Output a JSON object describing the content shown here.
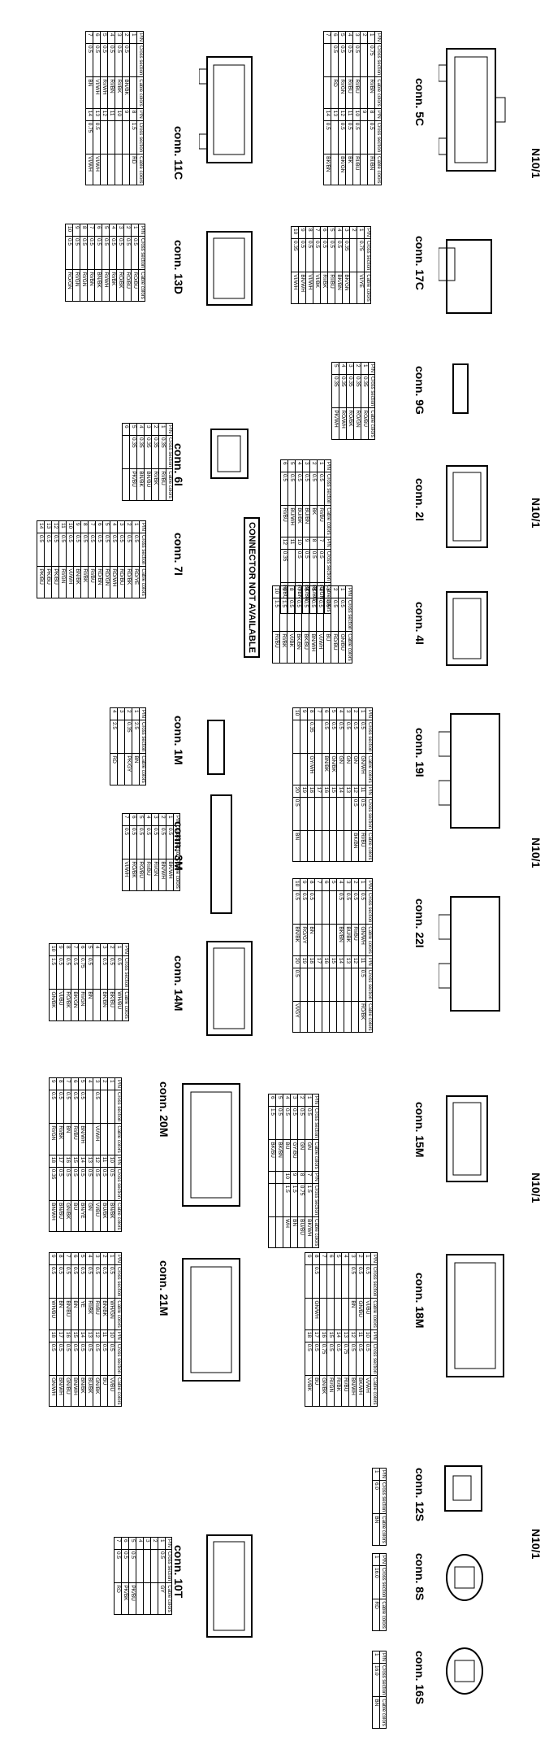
{
  "header_label": "N10/1",
  "columns": {
    "pin": "PIN",
    "cross": "Cross section",
    "cable": "Cable colors"
  },
  "connector_not_available": "CONNECTOR NOT AVAILABLE",
  "blocks": [
    {
      "id": "5C",
      "title": "conn. 5C",
      "rows": [
        [
          "1",
          "0.75",
          "RI/BN"
        ],
        [
          "2",
          "",
          ""
        ],
        [
          "3",
          "0.5",
          "RI/BU"
        ],
        [
          "4",
          "0.5",
          "RI/BU"
        ],
        [
          "5",
          "0.5",
          "RI/GN"
        ],
        [
          "6",
          "0.5",
          "RD"
        ],
        [
          "7",
          "",
          ""
        ],
        [
          "8",
          "0.5",
          "RI/BN"
        ],
        [
          "9",
          "",
          ""
        ],
        [
          "10",
          "0.5",
          "RI/BU"
        ],
        [
          "11",
          "0.5",
          "BK"
        ],
        [
          "12",
          "0.5",
          "BK/GN"
        ],
        [
          "13",
          "",
          ""
        ],
        [
          "14",
          "0.5",
          "BK/BN"
        ]
      ]
    },
    {
      "id": "11C",
      "title": "conn. 11C",
      "rows": [
        [
          "1",
          "",
          ""
        ],
        [
          "2",
          "0.5",
          "BN/BK"
        ],
        [
          "3",
          "0.5",
          "RI/BK"
        ],
        [
          "4",
          "0.5",
          "RI/BN"
        ],
        [
          "5",
          "0.5",
          "RI/WH"
        ],
        [
          "6",
          "0.5",
          "VI/WH"
        ],
        [
          "7",
          "0.5",
          "BN"
        ],
        [
          "8",
          "1.5",
          "RD"
        ],
        [
          "9",
          "",
          ""
        ],
        [
          "10",
          "",
          ""
        ],
        [
          "11",
          "",
          ""
        ],
        [
          "12",
          "",
          ""
        ],
        [
          "13",
          "0.5",
          "VI/WH"
        ],
        [
          "14",
          "0.75",
          "VI/WH"
        ]
      ]
    },
    {
      "id": "17C",
      "title": "conn. 17C",
      "rows": [
        [
          "1",
          "0.75",
          "VI/YE"
        ],
        [
          "2",
          "",
          ""
        ],
        [
          "3",
          "0.35",
          "BK/GN"
        ],
        [
          "4",
          "0.5",
          "BK/BN"
        ],
        [
          "5",
          "0.5",
          "RI/BU"
        ],
        [
          "6",
          "0.5",
          "RI/BK"
        ],
        [
          "7",
          "0.5",
          "VI/BK"
        ],
        [
          "8",
          "0.5",
          "VI/WH"
        ],
        [
          "9",
          "0.5",
          "BN/WH"
        ],
        [
          "10",
          "0.35",
          "VI/WH"
        ]
      ]
    },
    {
      "id": "13D",
      "title": "conn. 13D",
      "rows": [
        [
          "1",
          "0.5",
          "RO/BU"
        ],
        [
          "2",
          "0.5",
          "RO/BU"
        ],
        [
          "3",
          "0.5",
          "RO/BK"
        ],
        [
          "4",
          "0.5",
          "RI/BK"
        ],
        [
          "5",
          "0.5",
          "RI/WH"
        ],
        [
          "6",
          "0.5",
          "BN/BK"
        ],
        [
          "7",
          "0.5",
          "RI/BN"
        ],
        [
          "8",
          "0.5",
          "RI/GN"
        ],
        [
          "9",
          "0.5",
          "RI/GN"
        ],
        [
          "10",
          "0.5",
          "RO/GN"
        ]
      ]
    },
    {
      "id": "9G",
      "title": "conn. 9G",
      "rows": [
        [
          "1",
          "0.35",
          "RO/BU"
        ],
        [
          "2",
          "0.35",
          "RO/GN"
        ],
        [
          "3",
          "0.35",
          "RO/BK"
        ],
        [
          "4",
          "0.35",
          "RO/WH"
        ],
        [
          "5",
          "0.35",
          "PK/WH"
        ]
      ]
    },
    {
      "id": "6I",
      "title": "conn. 6I",
      "rows": [
        [
          "1",
          "0.35",
          "RI/BU"
        ],
        [
          "2",
          "0.35",
          "RI/BK"
        ],
        [
          "3",
          "0.35",
          "BN/BU"
        ],
        [
          "4",
          "0.35",
          "BN/BK"
        ],
        [
          "5",
          "0.35",
          "PK/BU"
        ],
        [
          "6",
          "",
          ""
        ]
      ]
    },
    {
      "id": "2I",
      "title": "conn. 2I",
      "rows": [
        [
          "1",
          "0.5",
          "RI/BU"
        ],
        [
          "2",
          "0.5",
          "BK"
        ],
        [
          "3",
          "0.5",
          "BU/BN"
        ],
        [
          "4",
          "0.5",
          "BU/BK"
        ],
        [
          "5",
          "0.5",
          "BU/WH"
        ],
        [
          "6",
          "0.5",
          "RI/BU"
        ],
        [
          "7",
          "0.5",
          "RI/GN"
        ],
        [
          "8",
          "0.5",
          "BK/BU"
        ],
        [
          "9",
          "0.5",
          "BK/BN"
        ],
        [
          "10",
          "0.5",
          "RI/BN"
        ],
        [
          "11",
          "",
          ""
        ],
        [
          "12",
          "0.35",
          "RI/BU"
        ]
      ]
    },
    {
      "id": "7I",
      "title": "conn. 7I",
      "rows": [
        [
          "1",
          "0.5",
          "RD/YE"
        ],
        [
          "2",
          "0.5",
          "RD/BK"
        ],
        [
          "3",
          "0.5",
          "RD/BU"
        ],
        [
          "4",
          "0.5",
          "RD/WH"
        ],
        [
          "5",
          "0.5",
          "RD/GN"
        ],
        [
          "6",
          "0.5",
          "RD/BN"
        ],
        [
          "7",
          "0.5",
          "RI/BU"
        ],
        [
          "8",
          "0.5",
          "RI/BK"
        ],
        [
          "9",
          "0.5",
          "BN/BK"
        ],
        [
          "10",
          "0.5",
          "VI/WH"
        ],
        [
          "11",
          "0.5",
          "RI/GN"
        ],
        [
          "12",
          "0.5",
          "PK/BU"
        ],
        [
          "13",
          "0.5",
          "PK/BU"
        ],
        [
          "14",
          "0.5",
          "PK/BU"
        ]
      ]
    },
    {
      "id": "4I",
      "title": "conn. 4I",
      "rows": [
        [
          "1",
          "0.5",
          "GN/BU"
        ],
        [
          "2",
          "0.5",
          "RD/BU"
        ],
        [
          "3",
          "0.5",
          "BU"
        ],
        [
          "4",
          "0.5",
          "VI/WH"
        ],
        [
          "5",
          "0.5",
          "BN/WH"
        ],
        [
          "6",
          "0.5",
          "BK/BU"
        ],
        [
          "7",
          "0.5",
          "BK/BN"
        ],
        [
          "8",
          "0.5",
          "VI/BK"
        ],
        [
          "9",
          "1.5",
          "RI/BK"
        ],
        [
          "10",
          "1.5",
          "RI/BU"
        ]
      ]
    },
    {
      "id": "1M",
      "title": "conn. 1M",
      "rows": [
        [
          "1",
          "2.5",
          "BN"
        ],
        [
          "2",
          "0.35",
          "PK/GY"
        ],
        [
          "3",
          "",
          ""
        ],
        [
          "4",
          "2.5",
          "RD"
        ]
      ]
    },
    {
      "id": "19I",
      "title": "conn. 19I",
      "rows": [
        [
          "1",
          "0.5",
          "GN/WH"
        ],
        [
          "2",
          "0.5",
          "GN"
        ],
        [
          "3",
          "0.5",
          "GN"
        ],
        [
          "4",
          "0.5",
          "GN"
        ],
        [
          "5",
          "0.5",
          "GN/BK"
        ],
        [
          "6",
          "0.5",
          "BN/BK"
        ],
        [
          "7",
          "",
          ""
        ],
        [
          "8",
          "0.35",
          "GY/WH"
        ],
        [
          "9",
          "",
          ""
        ],
        [
          "10",
          "",
          ""
        ],
        [
          "11",
          "0.5",
          "RI/BU"
        ],
        [
          "12",
          "0.5",
          "BK/BN"
        ],
        [
          "13",
          "",
          ""
        ],
        [
          "14",
          "",
          ""
        ],
        [
          "15",
          "",
          ""
        ],
        [
          "16",
          "",
          ""
        ],
        [
          "17",
          "",
          ""
        ],
        [
          "18",
          "",
          ""
        ],
        [
          "19",
          "",
          ""
        ],
        [
          "20",
          "0.5",
          "BN"
        ]
      ]
    },
    {
      "id": "3M",
      "title": "conn. 3M",
      "rows": [
        [
          "1",
          "0.5",
          "BK/WH"
        ],
        [
          "2",
          "0.5",
          "BN/WH"
        ],
        [
          "3",
          "0.5",
          "RI/GN"
        ],
        [
          "4",
          "0.5",
          "RI/BU"
        ],
        [
          "5",
          "0.5",
          "RO/BU"
        ],
        [
          "6",
          "0.5",
          "RO/BK"
        ],
        [
          "7",
          "0.5",
          "VI/WH"
        ]
      ]
    },
    {
      "id": "22I",
      "title": "conn. 22I",
      "rows": [
        [
          "1",
          "0.5",
          "GN/WH"
        ],
        [
          "2",
          "0.5",
          "RI/BU"
        ],
        [
          "3",
          "0.5",
          "BU/BK"
        ],
        [
          "4",
          "0.5",
          "BK/BN"
        ],
        [
          "5",
          "",
          ""
        ],
        [
          "6",
          "",
          ""
        ],
        [
          "7",
          "",
          ""
        ],
        [
          "8",
          "0.5",
          "BN"
        ],
        [
          "9",
          "0.5",
          "RO/GY"
        ],
        [
          "10",
          "0.5",
          "BN/BK"
        ],
        [
          "11",
          "0.5",
          "RO/BK"
        ],
        [
          "12",
          "",
          ""
        ],
        [
          "13",
          "",
          ""
        ],
        [
          "14",
          "",
          ""
        ],
        [
          "15",
          "",
          ""
        ],
        [
          "16",
          "",
          ""
        ],
        [
          "17",
          "",
          ""
        ],
        [
          "18",
          "",
          ""
        ],
        [
          "19",
          "",
          ""
        ],
        [
          "20",
          "0.5",
          "VI/GY"
        ]
      ]
    },
    {
      "id": "14M",
      "title": "conn. 14M",
      "rows": [
        [
          "1",
          "0.5",
          "WH/BU"
        ],
        [
          "2",
          "0.5",
          "BK/BU"
        ],
        [
          "3",
          "0.5",
          "BK/BN"
        ],
        [
          "4",
          "",
          ""
        ],
        [
          "5",
          "0.5",
          "BN"
        ],
        [
          "6",
          "0.75",
          "RI/GN"
        ],
        [
          "7",
          "0.5",
          "BK/GN"
        ],
        [
          "8",
          "0.5",
          "RO/BK"
        ],
        [
          "9",
          "0.5",
          "VI/BU"
        ],
        [
          "10",
          "1.5",
          "GN/BK"
        ]
      ]
    },
    {
      "id": "15M",
      "title": "conn. 15M",
      "rows": [
        [
          "1",
          "0.5",
          "GN"
        ],
        [
          "2",
          "0.5",
          "GN"
        ],
        [
          "3",
          "0.5",
          "GY/BU"
        ],
        [
          "4",
          "0.5",
          "BU"
        ],
        [
          "5",
          "0.5",
          "BK/BN"
        ],
        [
          "6",
          "1.5",
          "BK/BU"
        ],
        [
          "7",
          "1.5",
          "BK/WH"
        ],
        [
          "8",
          "0.75",
          "BU/BU"
        ],
        [
          "9",
          "1.5",
          "BN"
        ],
        [
          "10",
          "1.5",
          "WH"
        ]
      ]
    },
    {
      "id": "20M",
      "title": "conn. 20M",
      "rows": [
        [
          "1",
          "",
          ""
        ],
        [
          "2",
          "",
          ""
        ],
        [
          "3",
          "0.5",
          "VI/WH"
        ],
        [
          "4",
          "",
          ""
        ],
        [
          "5",
          "0.5",
          "BN/WH"
        ],
        [
          "6",
          "0.5",
          "RI/BU"
        ],
        [
          "7",
          "0.5",
          "BN"
        ],
        [
          "8",
          "0.5",
          "RI/BK"
        ],
        [
          "9",
          "0.5",
          "RI/GN"
        ],
        [
          "10",
          "0.5",
          "BN/BK"
        ],
        [
          "11",
          "0.5",
          "BU/BK"
        ],
        [
          "12",
          "0.5",
          "VI/BU"
        ],
        [
          "13",
          "0.5",
          "GN"
        ],
        [
          "14",
          "0.5",
          "BN/YE"
        ],
        [
          "15",
          "0.5",
          "BU"
        ],
        [
          "16",
          "0.5",
          "GN/BK"
        ],
        [
          "17",
          "0.5",
          "BN/BU"
        ],
        [
          "18",
          "0.35",
          "BN/WH"
        ]
      ]
    },
    {
      "id": "18M",
      "title": "conn. 18M",
      "rows": [
        [
          "1",
          "0.5",
          "VI/BU"
        ],
        [
          "2",
          "0.5",
          "GN/BU"
        ],
        [
          "3",
          "0.5",
          "BN"
        ],
        [
          "4",
          "",
          ""
        ],
        [
          "5",
          "",
          ""
        ],
        [
          "6",
          "",
          ""
        ],
        [
          "7",
          "",
          ""
        ],
        [
          "8",
          "0.5",
          "GN/WH"
        ],
        [
          "9",
          "",
          ""
        ],
        [
          "10",
          "0.5",
          "VI/WH"
        ],
        [
          "11",
          "0.5",
          "BK/WH"
        ],
        [
          "12",
          "0.5",
          "BN/WH"
        ],
        [
          "13",
          "0.75",
          "RI/BU"
        ],
        [
          "14",
          "0.5",
          "RI/BK"
        ],
        [
          "15",
          "0.5",
          "RI/GN"
        ],
        [
          "16",
          "0.75",
          "GN/BK"
        ],
        [
          "17",
          "0.5",
          "BU"
        ],
        [
          "18",
          "0.5",
          "VI/BK"
        ]
      ]
    },
    {
      "id": "21M",
      "title": "conn. 21M",
      "rows": [
        [
          "1",
          "0.5",
          "WH/GN"
        ],
        [
          "2",
          "0.5",
          "BN/BK"
        ],
        [
          "3",
          "0.5",
          "RI/BU"
        ],
        [
          "4",
          "0.5",
          "RI/BK"
        ],
        [
          "5",
          "0.5",
          "YE"
        ],
        [
          "6",
          "0.5",
          "BN"
        ],
        [
          "7",
          "0.5",
          "BN/BU"
        ],
        [
          "8",
          "0.5",
          "BN"
        ],
        [
          "9",
          "0.5",
          "WH/BU"
        ],
        [
          "10",
          "0.5",
          "VI/BU"
        ],
        [
          "11",
          "0.5",
          "BU"
        ],
        [
          "12",
          "0.5",
          "GN/BK"
        ],
        [
          "13",
          "0.5",
          "BU/BK"
        ],
        [
          "14",
          "0.5",
          "BN/BK"
        ],
        [
          "15",
          "0.5",
          "BN/WH"
        ],
        [
          "16",
          "0.5",
          "GN/BU"
        ],
        [
          "17",
          "0.5",
          "BN/WH"
        ],
        [
          "18",
          "0.5",
          "GN/WH"
        ]
      ]
    },
    {
      "id": "12S",
      "title": "conn. 12S",
      "rows": [
        [
          "1",
          "6.0",
          "BN"
        ]
      ]
    },
    {
      "id": "8S",
      "title": "conn. 8S",
      "rows": [
        [
          "1",
          "16.0",
          "RD"
        ]
      ]
    },
    {
      "id": "16S",
      "title": "conn. 16S",
      "rows": [
        [
          "1",
          "16.0",
          "BN"
        ]
      ]
    },
    {
      "id": "10T",
      "title": "conn. 10T",
      "rows": [
        [
          "1",
          "0.5",
          "GY"
        ],
        [
          "2",
          "",
          ""
        ],
        [
          "3",
          "",
          ""
        ],
        [
          "4",
          "",
          ""
        ],
        [
          "5",
          "0.5",
          "PK/BU"
        ],
        [
          "6",
          "0.5",
          "PK/BK"
        ],
        [
          "7",
          "0.5",
          "RD"
        ]
      ]
    }
  ]
}
